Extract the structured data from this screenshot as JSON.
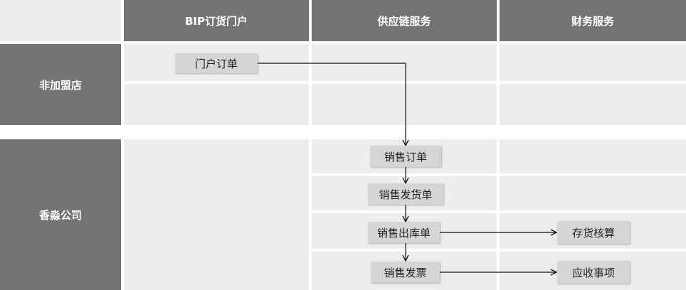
{
  "columns": [
    "BIP订货门户",
    "供应链服务",
    "财务服务"
  ],
  "lanes": [
    "非加盟店",
    "香淼公司"
  ],
  "nodes": {
    "portal_order": "门户订单",
    "sales_order": "销售订单",
    "sales_delivery": "销售发货单",
    "sales_outbound": "销售出库单",
    "sales_invoice": "销售发票",
    "inventory_accounting": "存货核算",
    "receivables": "应收事项"
  },
  "colors": {
    "header": "#737373",
    "cell": "#ededed",
    "node": "#d5d5d5",
    "line": "#111111"
  }
}
